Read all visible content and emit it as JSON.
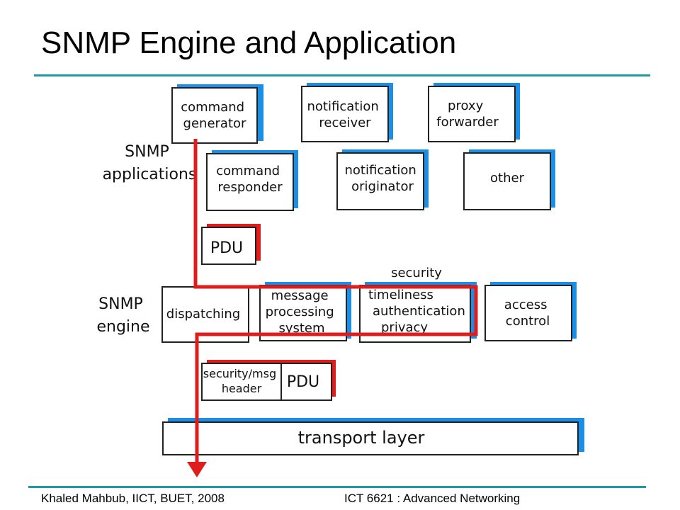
{
  "slide": {
    "title": "SNMP Engine and Application",
    "footer_left": "Khaled Mahbub, IICT, BUET, 2008",
    "footer_right": "ICT 6621 : Advanced Networking"
  },
  "diagram": {
    "applications_label": [
      "SNMP",
      "applications"
    ],
    "engine_label": [
      "SNMP",
      "engine"
    ],
    "apps": {
      "command_generator": [
        "command",
        "generator"
      ],
      "notification_receiver": [
        "notification",
        "receiver"
      ],
      "proxy_forwarder": [
        "proxy",
        "forwarder"
      ],
      "command_responder": [
        "command",
        "responder"
      ],
      "notification_originator": [
        "notification",
        "originator"
      ],
      "other": [
        "other"
      ]
    },
    "pdu_label": "PDU",
    "security_caption": "security",
    "engine": {
      "dispatching": [
        "dispatching"
      ],
      "message_processing": [
        "message",
        "processing",
        "system"
      ],
      "security": [
        "timeliness",
        "authentication",
        "privacy"
      ],
      "access_control": [
        "access",
        "control"
      ]
    },
    "security_msg_header": [
      "security/msg",
      "header"
    ],
    "pdu2_label": "PDU",
    "transport_layer": "transport layer",
    "colors": {
      "shadow": "#1b8fe8",
      "path": "#e01c1c",
      "rule": "#1f9aa3"
    }
  }
}
